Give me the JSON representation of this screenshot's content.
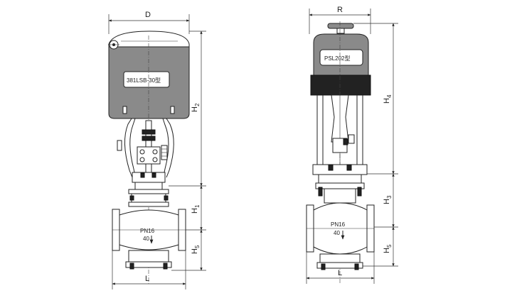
{
  "left_view": {
    "dim_top": "D",
    "actuator_model": "381LSB-30型",
    "dim_height_2": "H",
    "dim_height_2_sub": "2",
    "dim_height_1": "H",
    "dim_height_1_sub": "1",
    "dim_height_5": "H",
    "dim_height_5_sub": "5",
    "pressure_label": "PN16",
    "size_label": "40",
    "dim_bottom": "L"
  },
  "right_view": {
    "dim_top": "R",
    "actuator_model": "PSL202型",
    "dim_height_4": "H",
    "dim_height_4_sub": "4",
    "dim_height_3": "H",
    "dim_height_3_sub": "3",
    "dim_height_5": "H",
    "dim_height_5_sub": "5",
    "pressure_label": "PN16",
    "size_label": "40",
    "dim_bottom": "L"
  }
}
